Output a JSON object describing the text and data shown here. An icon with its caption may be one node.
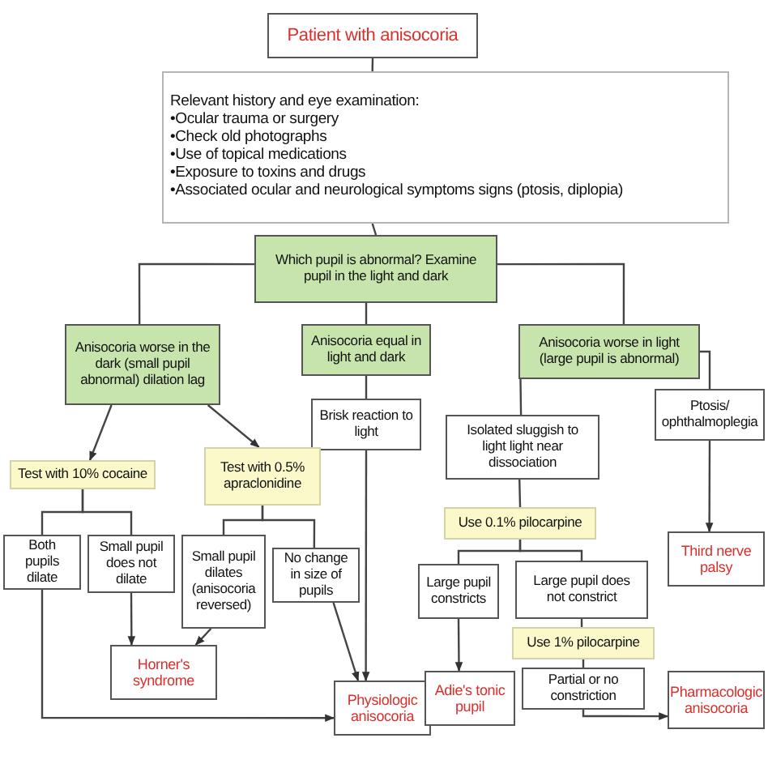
{
  "diagram": {
    "nodes": [
      {
        "text": [
          "Patient with anisocoria"
        ]
      },
      {
        "text": [
          "Relevant history and eye examination:",
          "•Ocular trauma or surgery",
          "•Check old photographs",
          "•Use of topical medications",
          "•Exposure to toxins and drugs",
          "•Associated ocular and neurological symptoms signs (ptosis, diplopia)"
        ]
      },
      {
        "text": [
          "Which pupil is abnormal? Examine pupil in the light and dark"
        ]
      },
      {
        "text": [
          "Anisocoria worse in the dark (small pupil abnormal) dilation lag"
        ]
      },
      {
        "text": [
          "Anisocoria equal in light and dark"
        ]
      },
      {
        "text": [
          "Anisocoria worse in light (large pupil is abnormal)"
        ]
      },
      {
        "text": [
          "Brisk reaction to light"
        ]
      },
      {
        "text": [
          "Ptosis/ ophthalmoplegia"
        ]
      },
      {
        "text": [
          "Test with 10% cocaine"
        ]
      },
      {
        "text": [
          "Test with 0.5% apraclonidine"
        ]
      },
      {
        "text": [
          "Isolated sluggish to light light near dissociation"
        ]
      },
      {
        "text": [
          "Use 0.1% pilocarpine"
        ]
      },
      {
        "text": [
          "Both pupils dilate"
        ]
      },
      {
        "text": [
          "Small pupil does not dilate"
        ]
      },
      {
        "text": [
          "Small pupil dilates (anisocoria reversed)"
        ]
      },
      {
        "text": [
          "No change in size of pupils"
        ]
      },
      {
        "text": [
          "Horner's syndrome"
        ]
      },
      {
        "text": [
          "Physiologic anisocoria"
        ]
      },
      {
        "text": [
          "Large pupil constricts"
        ]
      },
      {
        "text": [
          "Large pupil does not constrict"
        ]
      },
      {
        "text": [
          "Third nerve palsy"
        ]
      },
      {
        "text": [
          "Use 1% pilocarpine"
        ]
      },
      {
        "text": [
          "Partial or no constriction"
        ]
      },
      {
        "text": [
          "Adie's tonic pupil"
        ]
      },
      {
        "text": [
          "Pharmacologic anisocoria"
        ]
      }
    ],
    "edges": [
      {
        "from": 0,
        "to": 1,
        "arrow": "none"
      },
      {
        "from": 1,
        "to": 2,
        "arrow": "none"
      },
      {
        "from": 2,
        "to": 3,
        "arrow": "none"
      },
      {
        "from": 2,
        "to": 4,
        "arrow": "none"
      },
      {
        "from": 2,
        "to": 5,
        "arrow": "none"
      },
      {
        "from": 3,
        "to": 8,
        "arrow": "to"
      },
      {
        "from": 3,
        "to": 9,
        "arrow": "to"
      },
      {
        "from": 4,
        "to": 6,
        "arrow": "none"
      },
      {
        "from": 6,
        "to": 17,
        "arrow": "to"
      },
      {
        "from": 5,
        "to": 10,
        "arrow": "none"
      },
      {
        "from": 5,
        "to": 7,
        "arrow": "none"
      },
      {
        "from": 7,
        "to": 20,
        "arrow": "to"
      },
      {
        "from": 10,
        "to": 11,
        "arrow": "none"
      },
      {
        "from": 8,
        "to": 12,
        "arrow": "none"
      },
      {
        "from": 8,
        "to": 13,
        "arrow": "none"
      },
      {
        "from": 9,
        "to": 14,
        "arrow": "none"
      },
      {
        "from": 9,
        "to": 15,
        "arrow": "none"
      },
      {
        "from": 11,
        "to": 18,
        "arrow": "none"
      },
      {
        "from": 11,
        "to": 19,
        "arrow": "none"
      },
      {
        "from": 12,
        "to": 17,
        "arrow": "to"
      },
      {
        "from": 13,
        "to": 16,
        "arrow": "to"
      },
      {
        "from": 14,
        "to": 16,
        "arrow": "to"
      },
      {
        "from": 15,
        "to": 17,
        "arrow": "to"
      },
      {
        "from": 18,
        "to": 23,
        "arrow": "to"
      },
      {
        "from": 19,
        "to": 21,
        "arrow": "none"
      },
      {
        "from": 21,
        "to": 22,
        "arrow": "none"
      },
      {
        "from": 22,
        "to": 24,
        "arrow": "to"
      }
    ]
  }
}
